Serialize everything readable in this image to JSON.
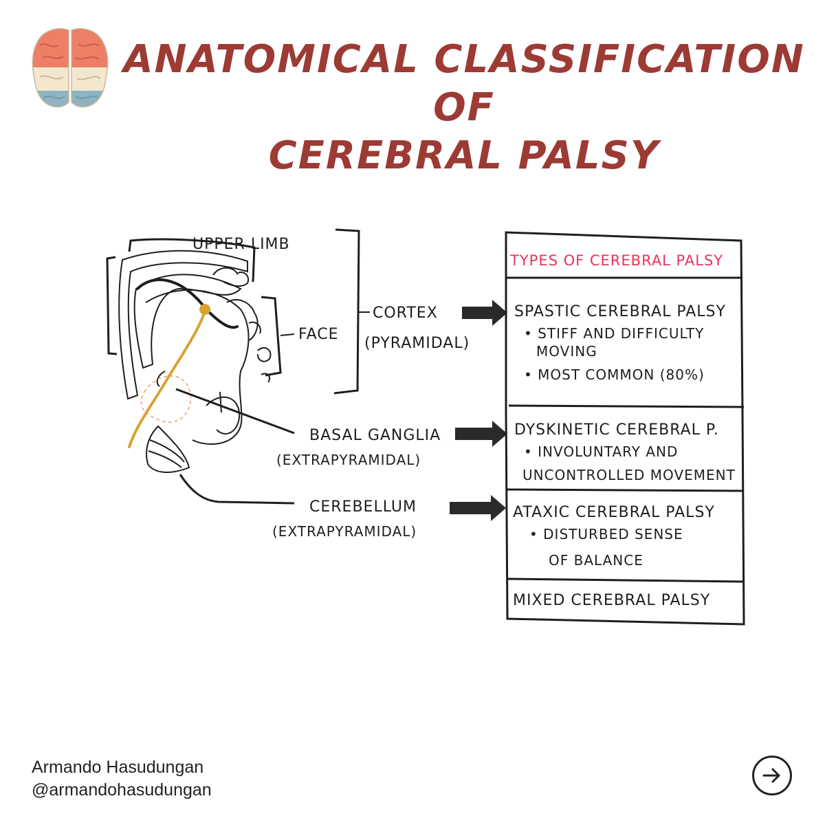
{
  "title": {
    "line1": "ANATOMICAL CLASSIFICATION OF",
    "line2": "CEREBRAL PALSY"
  },
  "colors": {
    "title": "#9c3a34",
    "heading": "#e8345a",
    "pathway": "#d9a233",
    "ink": "#1e1e1e"
  },
  "anatomy": {
    "upper_limb": "UPPER LIMB",
    "face": "FACE",
    "cortex": "CORTEX",
    "cortex_type": "(PYRAMIDAL)",
    "basal_ganglia": "BASAL GANGLIA",
    "basal_ganglia_type": "(EXTRAPYRAMIDAL)",
    "cerebellum": "CEREBELLUM",
    "cerebellum_type": "(EXTRAPYRAMIDAL)"
  },
  "types_table": {
    "heading": "TYPES OF CEREBRAL PALSY",
    "spastic": {
      "name": "SPASTIC CEREBRAL PALSY",
      "b1_l1": "• STIFF AND DIFFICULTY",
      "b1_l2": "MOVING",
      "b2": "• MOST COMMON (80%)"
    },
    "dyskinetic": {
      "name": "DYSKINETIC CEREBRAL P.",
      "b1_l1": "• INVOLUNTARY AND",
      "b1_l2": "UNCONTROLLED MOVEMENT"
    },
    "ataxic": {
      "name": "ATAXIC CEREBRAL PALSY",
      "b1_l1": "• DISTURBED SENSE",
      "b1_l2": "OF BALANCE"
    },
    "mixed": {
      "name": "MIXED CEREBRAL PALSY"
    }
  },
  "icons": {
    "logo": "brain-icon",
    "next": "arrow-right-circle-icon"
  },
  "author": {
    "name": "Armando Hasudungan",
    "handle": "@armandohasudungan"
  }
}
